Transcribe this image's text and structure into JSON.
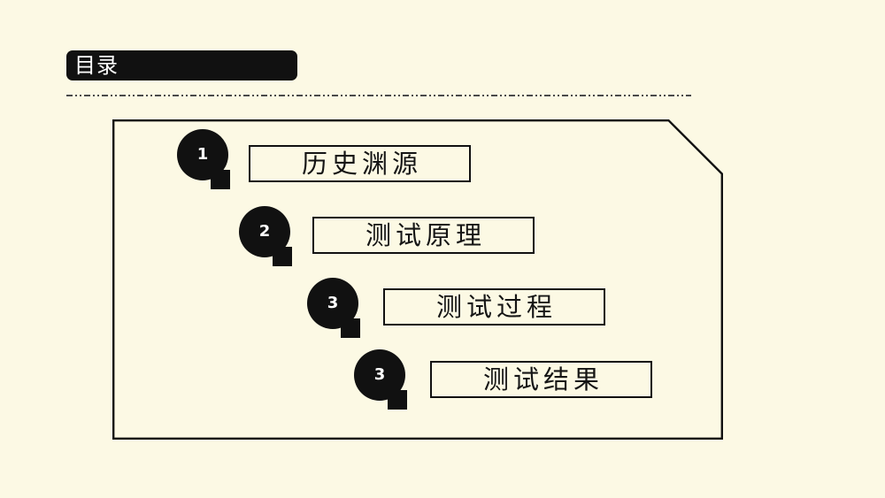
{
  "page": {
    "background_color": "#FCF9E4",
    "ink_color": "#111111"
  },
  "header": {
    "title": "目录"
  },
  "toc": {
    "items": [
      {
        "number": "1",
        "label": "历史渊源"
      },
      {
        "number": "2",
        "label": "测试原理"
      },
      {
        "number": "3",
        "label": "测试过程"
      },
      {
        "number": "3",
        "label": "测试结果"
      }
    ]
  }
}
